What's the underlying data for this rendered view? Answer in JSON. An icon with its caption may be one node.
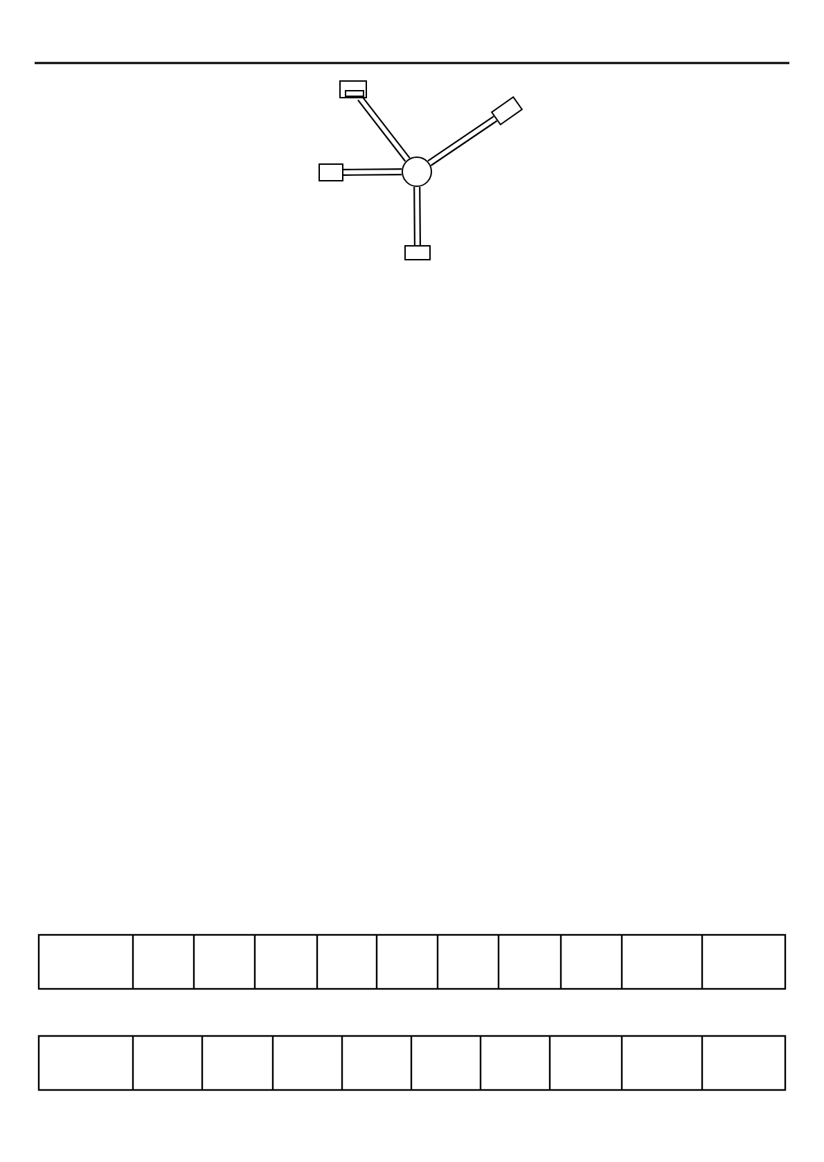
{
  "diagram": {
    "nodes": [
      {
        "text": [],
        "shape": "box"
      },
      {
        "text": [],
        "shape": "box"
      },
      {
        "text": [],
        "shape": "box"
      },
      {
        "text": [],
        "shape": "circle"
      },
      {
        "text": [],
        "shape": "box"
      }
    ],
    "edges": [
      {
        "from": 3,
        "to": 0,
        "arrow": "none"
      },
      {
        "from": 3,
        "to": 1,
        "arrow": "none"
      },
      {
        "from": 3,
        "to": 2,
        "arrow": "none"
      },
      {
        "from": 3,
        "to": 4,
        "arrow": "none"
      }
    ]
  }
}
